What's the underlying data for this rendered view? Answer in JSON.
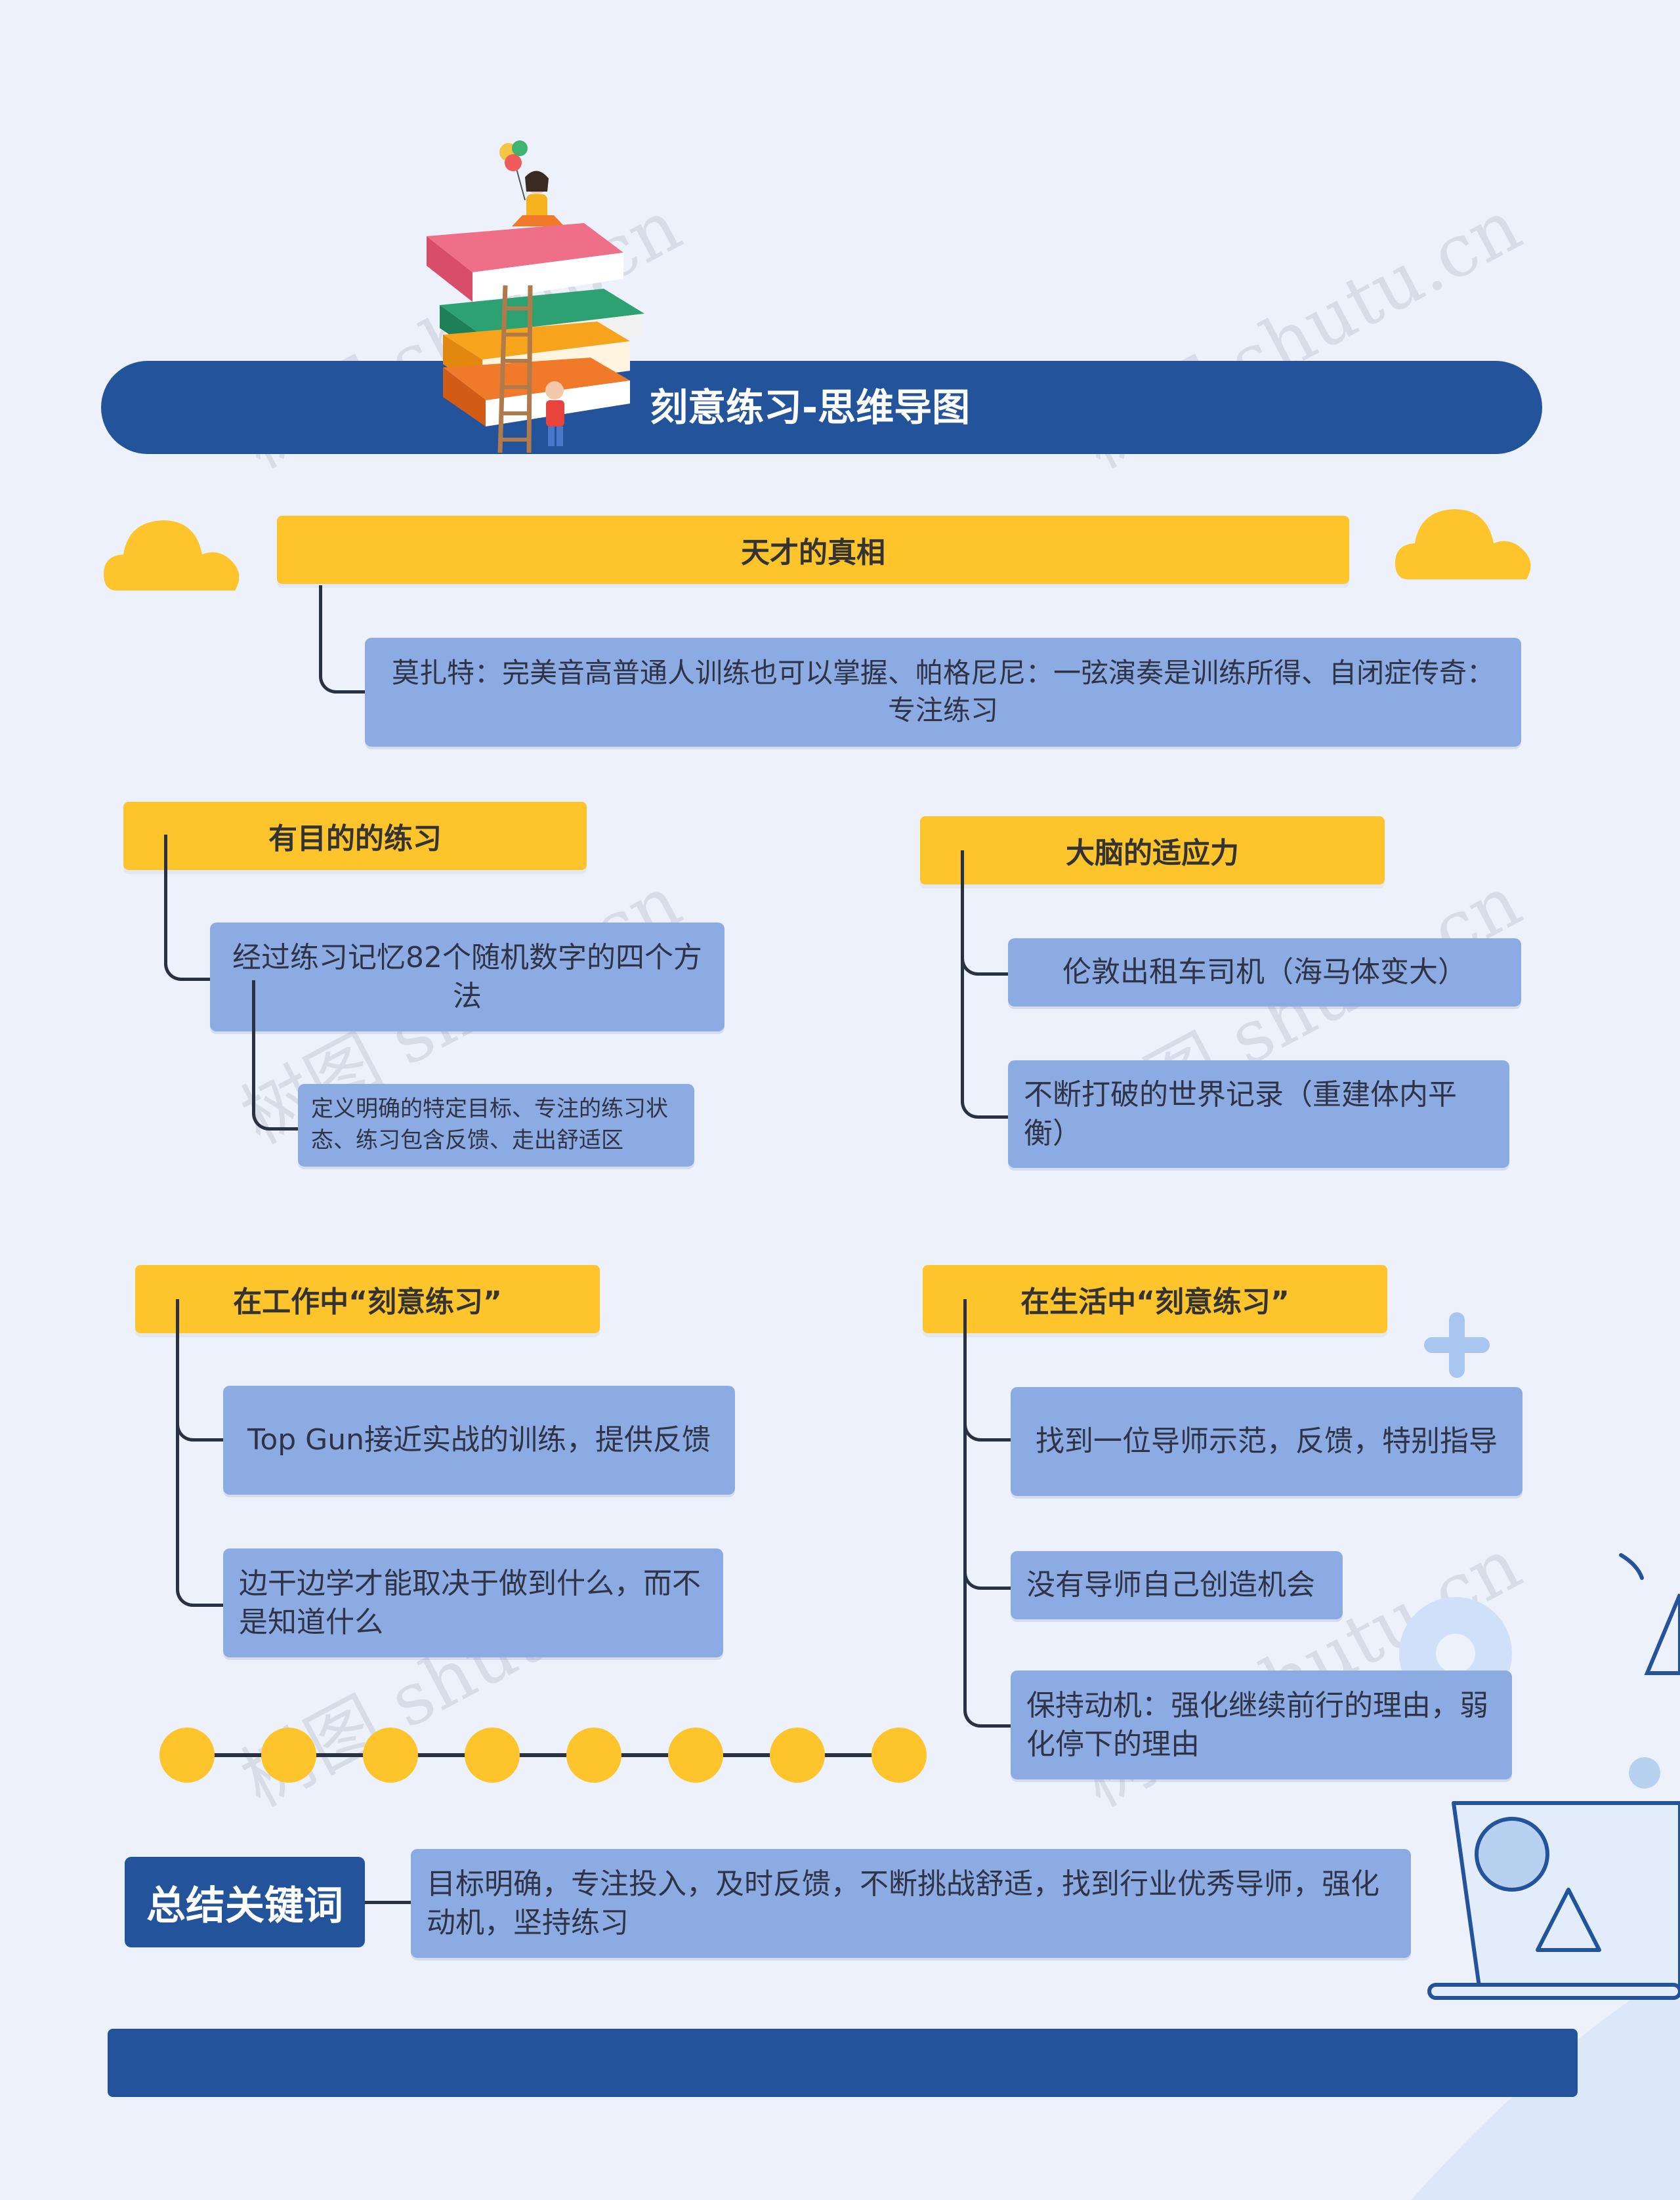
{
  "title": "刻意练习-思维导图",
  "sections": {
    "genius": {
      "heading": "天才的真相",
      "node": "莫扎特：完美音高普通人训练也可以掌握、帕格尼尼：一弦演奏是训练所得、自闭症传奇：专注练习"
    },
    "purposeful": {
      "heading": "有目的的练习",
      "node": "经过练习记忆82个随机数字的四个方法",
      "subnode": "定义明确的特定目标、专注的练习状态、练习包含反馈、走出舒适区"
    },
    "brain": {
      "heading": "大脑的适应力",
      "nodes": [
        "伦敦出租车司机（海马体变大）",
        "不断打破的世界记录（重建体内平衡）"
      ]
    },
    "work": {
      "heading": "在工作中“刻意练习”",
      "nodes": [
        "Top Gun接近实战的训练，提供反馈",
        "边干边学才能取决于做到什么，而不是知道什么"
      ]
    },
    "life": {
      "heading": "在生活中“刻意练习”",
      "nodes": [
        "找到一位导师示范，反馈，特别指导",
        "没有导师自己创造机会",
        "保持动机：强化继续前行的理由，弱化停下的理由"
      ]
    }
  },
  "summary": {
    "label": "总结关键词",
    "text": "目标明确，专注投入，及时反馈，不断挑战舒适，找到行业优秀导师，强化动机，坚持练习"
  },
  "watermark": "树图 shutu.cn",
  "colors": {
    "background": "#edf1fb",
    "navy": "#23539a",
    "yellow": "#fdc52b",
    "node_blue": "#8dabe3",
    "line": "#2a3140"
  }
}
